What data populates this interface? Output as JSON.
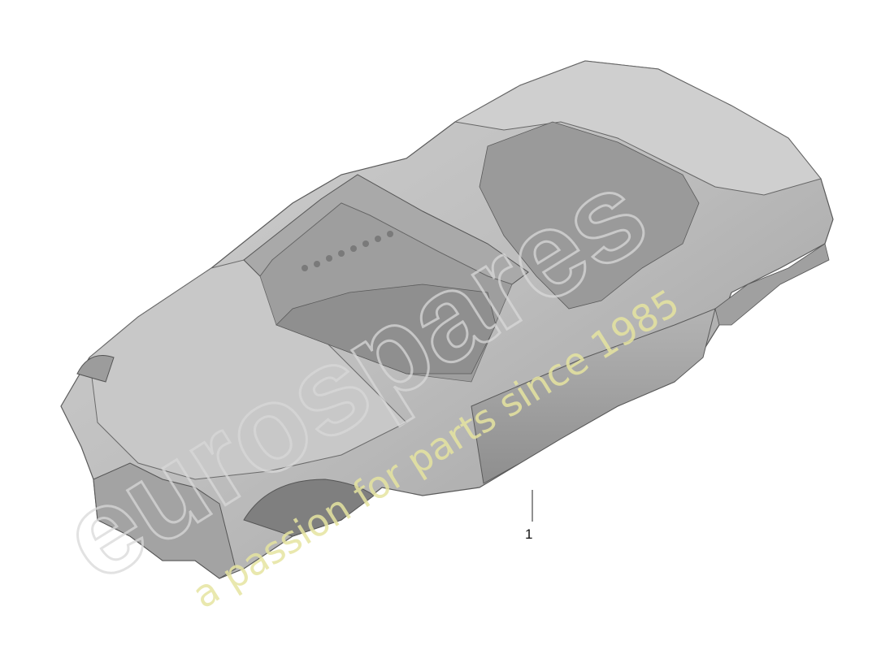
{
  "diagram": {
    "parts": [
      {
        "callout": "1",
        "name": "body shell"
      }
    ]
  },
  "watermark": {
    "brand": "eurospares",
    "tagline": "a passion for parts since 1985",
    "colors": {
      "brand": "#d9d9d9",
      "tagline": "#e6e4a0"
    }
  },
  "colors": {
    "background": "#ffffff",
    "body_fill": "#b9b9b9",
    "body_shadow": "#8a8a8a",
    "outline": "#5a5a5a",
    "callout_line": "#222222"
  }
}
